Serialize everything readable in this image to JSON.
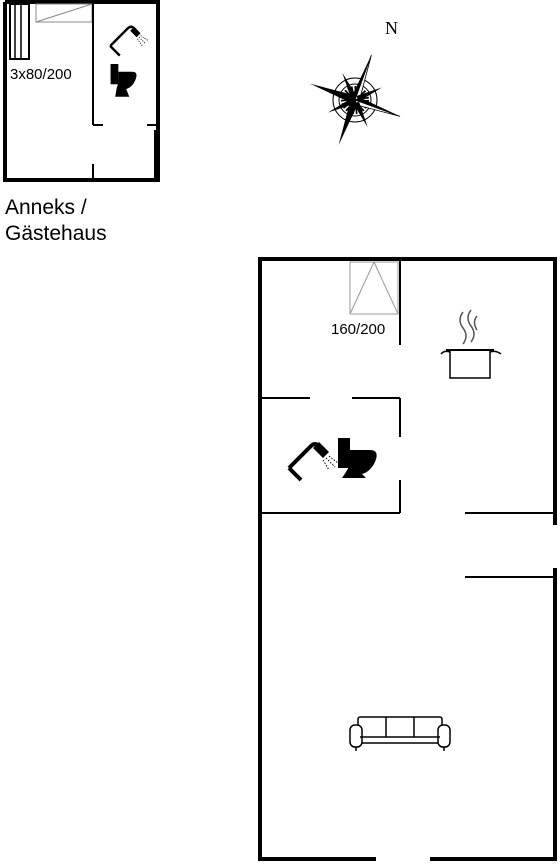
{
  "annex": {
    "bed_label": "3x80/200",
    "caption_line1": "Anneks /",
    "caption_line2": "Gästehaus"
  },
  "main_house": {
    "bed_label": "160/200"
  },
  "compass": {
    "north_label": "N"
  },
  "icons": [
    "shower-icon",
    "toilet-icon",
    "cooking-pot-icon",
    "sofa-icon",
    "compass-rose-icon"
  ],
  "colors": {
    "walls": "#000000",
    "background": "#ffffff",
    "fixture_lines": "#999999"
  }
}
